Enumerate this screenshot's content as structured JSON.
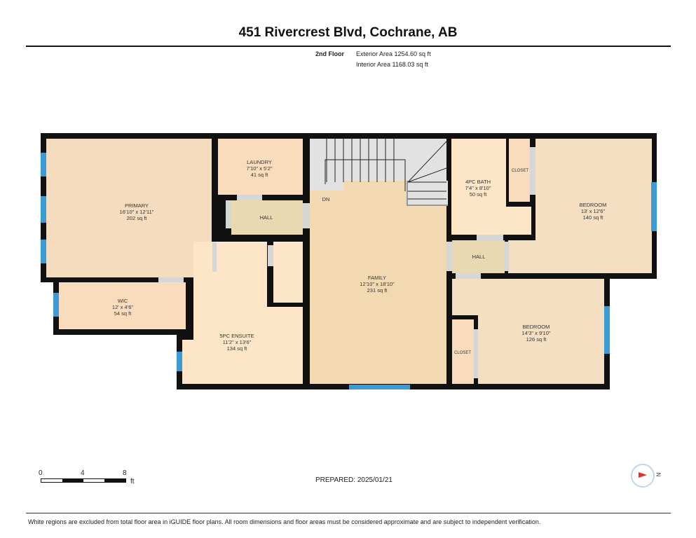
{
  "title": "451 Rivercrest Blvd, Cochrane, AB",
  "floor": {
    "name": "2nd Floor",
    "exterior": "Exterior Area 1254.60 sq ft",
    "interior": "Interior Area 1168.03 sq ft"
  },
  "rooms": {
    "primary": {
      "name": "PRIMARY",
      "dims": "16'10\" x 12'11\"",
      "area": "202 sq ft"
    },
    "laundry": {
      "name": "LAUNDRY",
      "dims": "7'10\" x 5'2\"",
      "area": "41 sq ft"
    },
    "hall1": {
      "name": "HALL"
    },
    "wic": {
      "name": "WIC",
      "dims": "12' x 4'6\"",
      "area": "54 sq ft"
    },
    "ensuite": {
      "name": "5PC ENSUITE",
      "dims": "11'2\" x 13'6\"",
      "area": "134 sq ft"
    },
    "family": {
      "name": "FAMILY",
      "dims": "12'10\" x 18'10\"",
      "area": "231 sq ft"
    },
    "stairs": {
      "name": "DN"
    },
    "bath": {
      "name": "4PC BATH",
      "dims": "7'4\" x 8'10\"",
      "area": "50 sq ft"
    },
    "closet1": {
      "name": "CLOSET"
    },
    "bedroom1": {
      "name": "BEDROOM",
      "dims": "13' x 12'6\"",
      "area": "140 sq ft"
    },
    "hall2": {
      "name": "HALL"
    },
    "bedroom2": {
      "name": "BEDROOM",
      "dims": "14'3\" x 9'10\"",
      "area": "126 sq ft"
    },
    "closet2": {
      "name": "CLOSET"
    }
  },
  "scale": {
    "t0": "0",
    "t1": "4",
    "t2": "8",
    "unit": "ft"
  },
  "prepared": "PREPARED: 2025/01/21",
  "compass": "N",
  "disclaimer": "White regions are excluded from total floor area in iGUIDE floor plans. All room dimensions and floor areas must be considered approximate and are subject to independent verification.",
  "colors": {
    "wall": "#111111",
    "window": "#3a9bd5",
    "room": "#f9dfc0",
    "family": "#f2d9b2",
    "hall": "#ead8b0",
    "stairs": "#e2e2e2"
  }
}
